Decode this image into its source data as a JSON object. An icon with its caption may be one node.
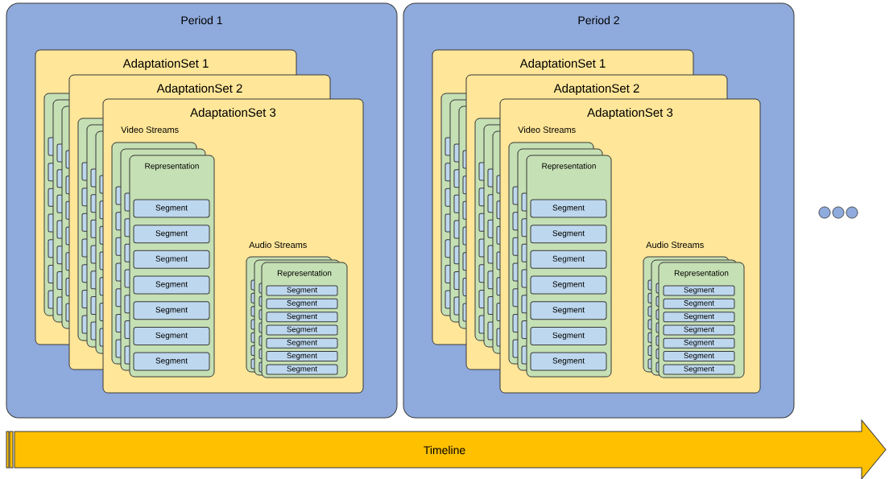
{
  "diagram": {
    "nodes": [
      {
        "text": [
          "Period 1"
        ]
      },
      {
        "text": [
          "AdaptationSet 1"
        ],
        "in": 0
      },
      {
        "text": [
          "AdaptationSet 2"
        ],
        "in": 0
      },
      {
        "text": [
          "AdaptationSet 3",
          "Video Streams",
          "Audio Streams"
        ],
        "in": 0
      },
      {
        "text": [
          "Representation"
        ],
        "in": 3
      },
      {
        "text": [
          "Segment"
        ],
        "in": 4
      },
      {
        "text": [
          "Segment"
        ],
        "in": 4
      },
      {
        "text": [
          "Segment"
        ],
        "in": 4
      },
      {
        "text": [
          "Segment"
        ],
        "in": 4
      },
      {
        "text": [
          "Segment"
        ],
        "in": 4
      },
      {
        "text": [
          "Segment"
        ],
        "in": 4
      },
      {
        "text": [
          "Segment"
        ],
        "in": 4
      },
      {
        "text": [
          "Representation"
        ],
        "in": 3
      },
      {
        "text": [
          "Segment"
        ],
        "in": 12
      },
      {
        "text": [
          "Segment"
        ],
        "in": 12
      },
      {
        "text": [
          "Segment"
        ],
        "in": 12
      },
      {
        "text": [
          "Segment"
        ],
        "in": 12
      },
      {
        "text": [
          "Segment"
        ],
        "in": 12
      },
      {
        "text": [
          "Segment"
        ],
        "in": 12
      },
      {
        "text": [
          "Segment"
        ],
        "in": 12
      },
      {
        "text": [
          "Period 2"
        ]
      },
      {
        "text": [
          "AdaptationSet 1"
        ],
        "in": 20
      },
      {
        "text": [
          "AdaptationSet 2"
        ],
        "in": 20
      },
      {
        "text": [
          "AdaptationSet 3",
          "Video Streams",
          "Audio Streams"
        ],
        "in": 20
      },
      {
        "text": [
          "Representation"
        ],
        "in": 23
      },
      {
        "text": [
          "Segment"
        ],
        "in": 24
      },
      {
        "text": [
          "Segment"
        ],
        "in": 24
      },
      {
        "text": [
          "Segment"
        ],
        "in": 24
      },
      {
        "text": [
          "Segment"
        ],
        "in": 24
      },
      {
        "text": [
          "Segment"
        ],
        "in": 24
      },
      {
        "text": [
          "Segment"
        ],
        "in": 24
      },
      {
        "text": [
          "Segment"
        ],
        "in": 24
      },
      {
        "text": [
          "Representation"
        ],
        "in": 23
      },
      {
        "text": [
          "Segment"
        ],
        "in": 32
      },
      {
        "text": [
          "Segment"
        ],
        "in": 32
      },
      {
        "text": [
          "Segment"
        ],
        "in": 32
      },
      {
        "text": [
          "Segment"
        ],
        "in": 32
      },
      {
        "text": [
          "Segment"
        ],
        "in": 32
      },
      {
        "text": [
          "Segment"
        ],
        "in": 32
      },
      {
        "text": [
          "Segment"
        ],
        "in": 32
      },
      {
        "text": [
          "Timeline"
        ]
      }
    ]
  }
}
